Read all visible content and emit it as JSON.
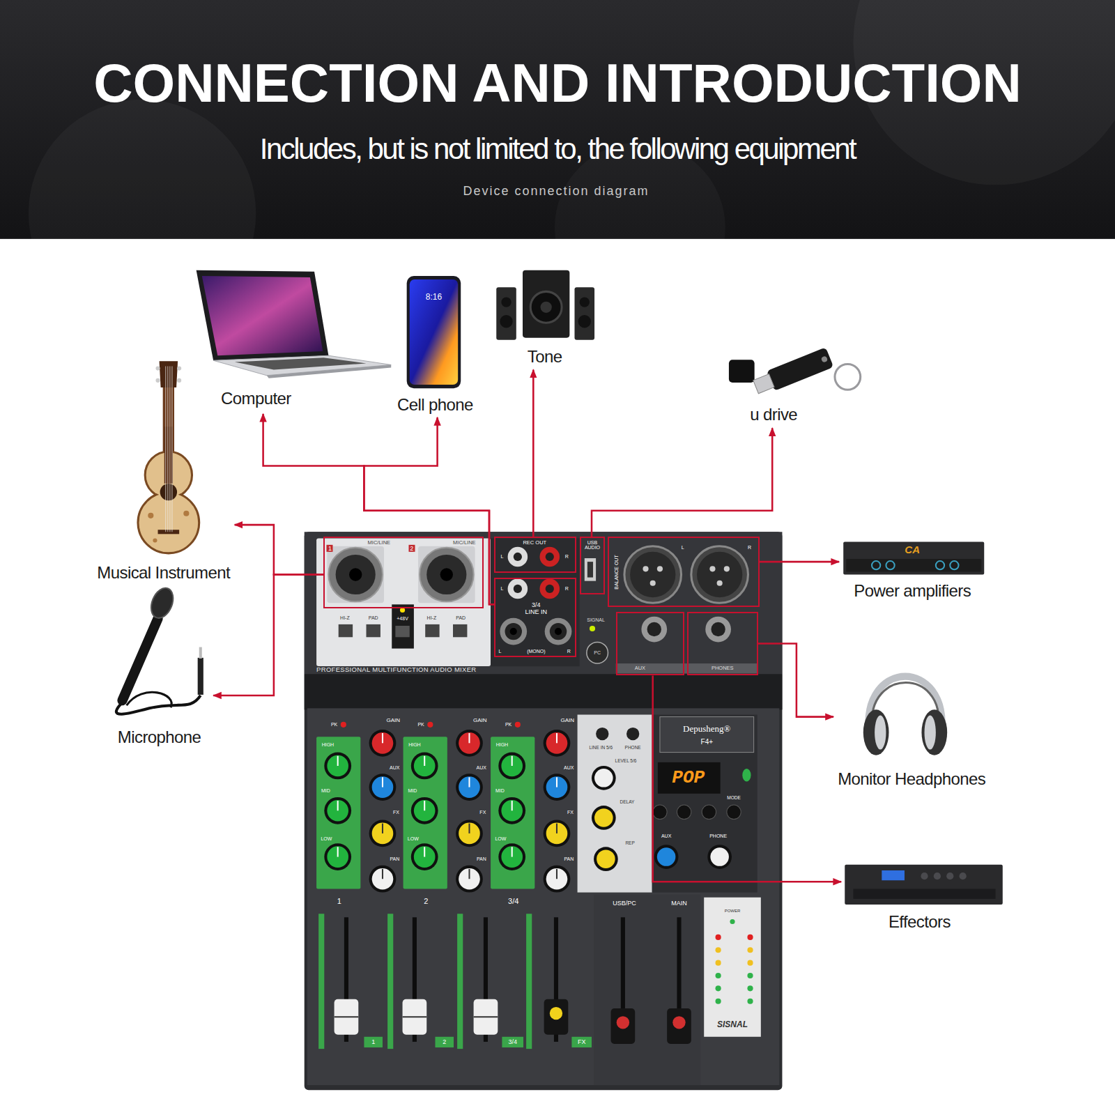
{
  "diagram": {
    "title": "CONNECTION AND INTRODUCTION",
    "nodes": [
      {
        "text": [
          "Computer"
        ]
      },
      {
        "text": [
          "Cell phone"
        ]
      },
      {
        "text": [
          "Tone"
        ]
      },
      {
        "text": [
          "u drive"
        ]
      },
      {
        "text": [
          "Musical Instrument"
        ]
      },
      {
        "text": [
          "Microphone"
        ]
      },
      {
        "text": [
          "1",
          "MIC/LINE",
          "2",
          "MIC/LINE"
        ]
      },
      {
        "text": [
          "REC OUT",
          "L",
          "R"
        ]
      },
      {
        "text": [
          "L",
          "R",
          "3/4 LINE IN",
          "L",
          "(MONO)",
          "R"
        ]
      },
      {
        "text": [
          "USB AUDIO"
        ]
      },
      {
        "text": [
          "BALANCE OUT",
          "L",
          "R"
        ]
      },
      {
        "text": [
          "AUX"
        ]
      },
      {
        "text": [
          "PHONES"
        ]
      },
      {
        "text": [
          "Power amplifiers"
        ]
      },
      {
        "text": [
          "Monitor Headphones"
        ]
      },
      {
        "text": [
          "Effectors"
        ]
      }
    ],
    "edges": [
      {
        "from": 6,
        "to": 4,
        "arrow": "to"
      },
      {
        "from": 6,
        "to": 5,
        "arrow": "to"
      },
      {
        "from": 8,
        "to": 0,
        "arrow": "to"
      },
      {
        "from": 8,
        "to": 1,
        "arrow": "to"
      },
      {
        "from": 7,
        "to": 2,
        "arrow": "to"
      },
      {
        "from": 9,
        "to": 3,
        "arrow": "to"
      },
      {
        "from": 10,
        "to": 13,
        "arrow": "to"
      },
      {
        "from": 12,
        "to": 14,
        "arrow": "to"
      },
      {
        "from": 11,
        "to": 15,
        "arrow": "to"
      }
    ],
    "labels": [
      "Includes, but is not limited to, the following equipment",
      "Device connection diagram",
      "8:16",
      "CA",
      "HI-Z",
      "PAD",
      "+48V",
      "HI-Z",
      "PAD",
      "SIGNAL",
      "PC",
      "PROFESSIONAL MULTIFUNCTION AUDIO MIXER",
      "PK",
      "GAIN",
      "HIGH",
      "AUX",
      "MID",
      "FX",
      "LOW",
      "PAN",
      "1",
      "PK",
      "GAIN",
      "HIGH",
      "AUX",
      "MID",
      "FX",
      "LOW",
      "PAN",
      "2",
      "PK",
      "GAIN",
      "HIGH",
      "AUX",
      "MID",
      "FX",
      "LOW",
      "PAN",
      "3/4",
      "LINE IN 5/6",
      "PHONE",
      "Depusheng®",
      "F4+",
      "LEVEL 5/6",
      "DELAY",
      "REP",
      "POP",
      "MODE",
      "AUX",
      "PHONE",
      "USB/PC",
      "MAIN",
      "POWER",
      "SISNAL",
      "1",
      "2",
      "3/4",
      "FX"
    ]
  }
}
